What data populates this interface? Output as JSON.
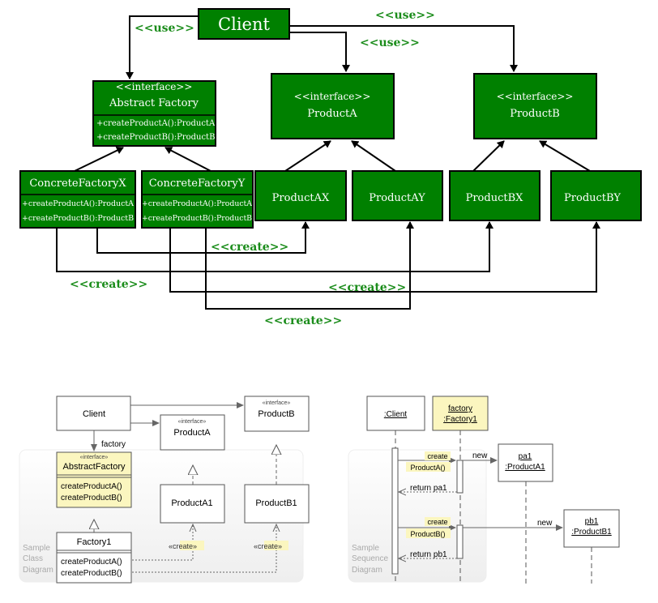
{
  "top": {
    "client": "Client",
    "abstract_factory": {
      "stereotype": "<<interface>>",
      "name": "Abstract Factory",
      "ops": [
        "+createProductA():ProductA",
        "+createProductB():ProductB"
      ]
    },
    "product_a": {
      "stereotype": "<<interface>>",
      "name": "ProductA"
    },
    "product_b": {
      "stereotype": "<<interface>>",
      "name": "ProductB"
    },
    "concrete_x": {
      "name": "ConcreteFactoryX",
      "ops": [
        "+createProductA():ProductA",
        "+createProductB():ProductB"
      ]
    },
    "concrete_y": {
      "name": "ConcreteFactoryY",
      "ops": [
        "+createProductA():ProductA",
        "+createProductB():ProductB"
      ]
    },
    "products": [
      "ProductAX",
      "ProductAY",
      "ProductBX",
      "ProductBY"
    ],
    "labels": {
      "use": "<<use>>",
      "create": "<<create>>"
    },
    "colors": {
      "box": "#008000",
      "border": "#000000",
      "text": "#ffffff",
      "label": "#1a8c1a"
    }
  },
  "bottom_left": {
    "client": "Client",
    "product_a": {
      "stereotype": "«interface»",
      "name": "ProductA"
    },
    "product_b": {
      "stereotype": "«interface»",
      "name": "ProductB"
    },
    "abstract_factory": {
      "stereotype": "«interface»",
      "name": "AbstractFactory",
      "ops": [
        "createProductA()",
        "createProductB()"
      ]
    },
    "factory1": {
      "name": "Factory1",
      "ops": [
        "createProductA()",
        "createProductB()"
      ]
    },
    "product_a1": "ProductA1",
    "product_b1": "ProductB1",
    "factory_label": "factory",
    "create_label": "«create»",
    "caption": [
      "Sample",
      "Class",
      "Diagram"
    ]
  },
  "bottom_right": {
    "client": ":Client",
    "factory": [
      "factory",
      ":Factory1"
    ],
    "pa1": [
      "pa1",
      ":ProductA1"
    ],
    "pb1": [
      "pb1",
      ":ProductB1"
    ],
    "create_a": [
      "create",
      "ProductA()"
    ],
    "create_b": [
      "create",
      "ProductB()"
    ],
    "new": "new",
    "return_pa1": "return pa1",
    "return_pb1": "return pb1",
    "caption": [
      "Sample",
      "Sequence",
      "Diagram"
    ]
  }
}
